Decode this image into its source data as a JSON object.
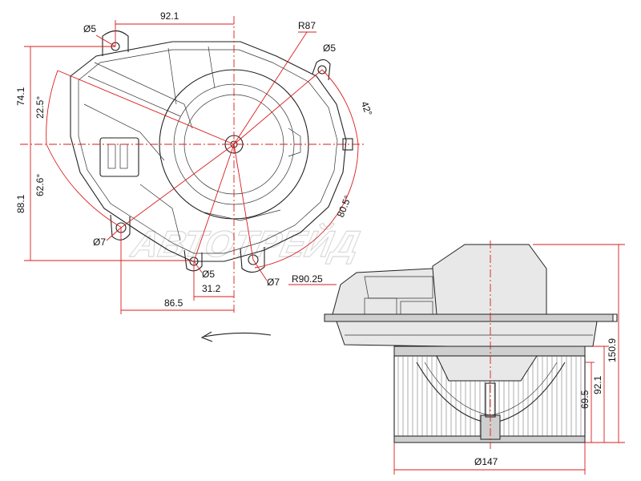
{
  "watermark": "АВТОТРЕЙД",
  "colors": {
    "dimension": "#d91c1c",
    "outline": "#222222"
  },
  "front_view": {
    "labels": {
      "top_width": "92.1",
      "hole_top_left": "Ø5",
      "radius_top": "R87",
      "hole_top_right": "Ø5",
      "angle_right": "42°",
      "height_upper": "74.1",
      "angle_upper": "22.5°",
      "angle_lower": "62.6°",
      "height_lower": "88.1",
      "angle_bottom": "80.5°",
      "hole_bottom_left": "Ø7",
      "hole_bottom_center": "Ø5",
      "hole_bottom_right": "Ø7",
      "radius_bottom": "R90.25",
      "width_small": "31.2",
      "width_bottom": "86.5"
    },
    "rotation_icon": "curved-arrow-left-icon"
  },
  "side_view": {
    "labels": {
      "total_height": "150.9",
      "height_92": "92.1",
      "height_69": "69.5",
      "diameter": "Ø147"
    }
  }
}
